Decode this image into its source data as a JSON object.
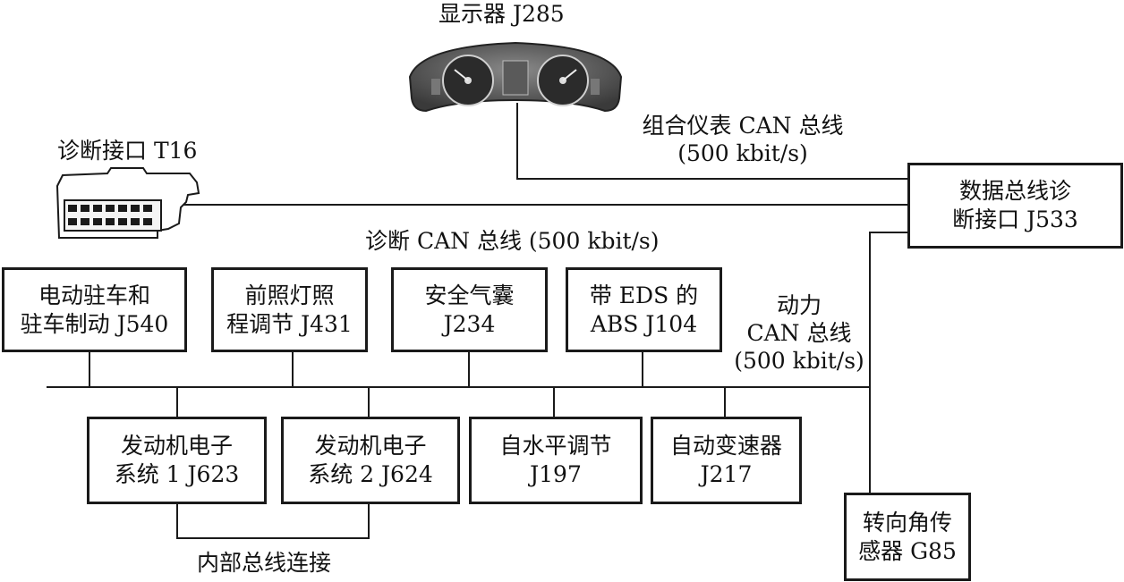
{
  "display": {
    "title": "显示器 J285"
  },
  "diag_port": {
    "title": "诊断接口 T16"
  },
  "gateway": {
    "line1": "数据总线诊",
    "line2": "断接口 J533"
  },
  "buses": {
    "cluster": {
      "name": "组合仪表 CAN 总线",
      "speed": "(500 kbit/s)"
    },
    "diag": {
      "name": "诊断 CAN 总线 (500 kbit/s)"
    },
    "power": {
      "line1": "动力",
      "line2": "CAN 总线",
      "speed": "(500 kbit/s)"
    },
    "internal": {
      "name": "内部总线连接"
    }
  },
  "modules_top": [
    {
      "line1": "电动驻车和",
      "line2": "驻车制动 J540"
    },
    {
      "line1": "前照灯照",
      "line2": "程调节 J431"
    },
    {
      "line1": "安全气囊",
      "line2": "J234"
    },
    {
      "line1": "带 EDS 的",
      "line2": "ABS J104"
    }
  ],
  "modules_bottom": [
    {
      "line1": "发动机电子",
      "line2": "系统 1  J623"
    },
    {
      "line1": "发动机电子",
      "line2": "系统 2  J624"
    },
    {
      "line1": "自水平调节",
      "line2": "J197"
    },
    {
      "line1": "自动变速器",
      "line2": "J217"
    }
  ],
  "sensor": {
    "line1": "转向角传",
    "line2": "感器 G85"
  }
}
